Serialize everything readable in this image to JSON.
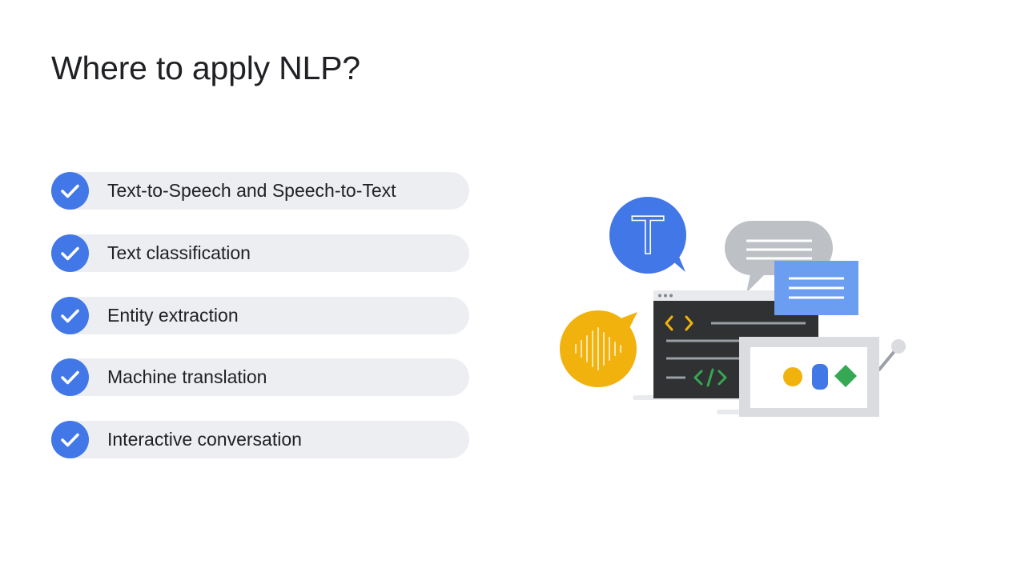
{
  "slide": {
    "title": "Where to apply NLP?",
    "items": [
      {
        "label": "Text-to-Speech and Speech-to-Text"
      },
      {
        "label": "Text classification"
      },
      {
        "label": "Entity extraction"
      },
      {
        "label": "Machine translation"
      },
      {
        "label": "Interactive conversation"
      }
    ],
    "check_icon": "checkmark-icon",
    "illustration": {
      "letter": "T",
      "icons": [
        "text-bubble-icon",
        "speech-bubble-icon",
        "audio-waveform-icon",
        "code-window-icon",
        "shapes-card-icon"
      ]
    }
  },
  "colors": {
    "accent_blue": "#4177e6",
    "item_background": "#eceef1",
    "title_text": "#202124",
    "bubble_gray": "#bdc1c6",
    "bubble_light_blue": "#6b9df0",
    "yellow": "#f1b20d",
    "green": "#34a853",
    "dark_window": "#2f3133"
  }
}
